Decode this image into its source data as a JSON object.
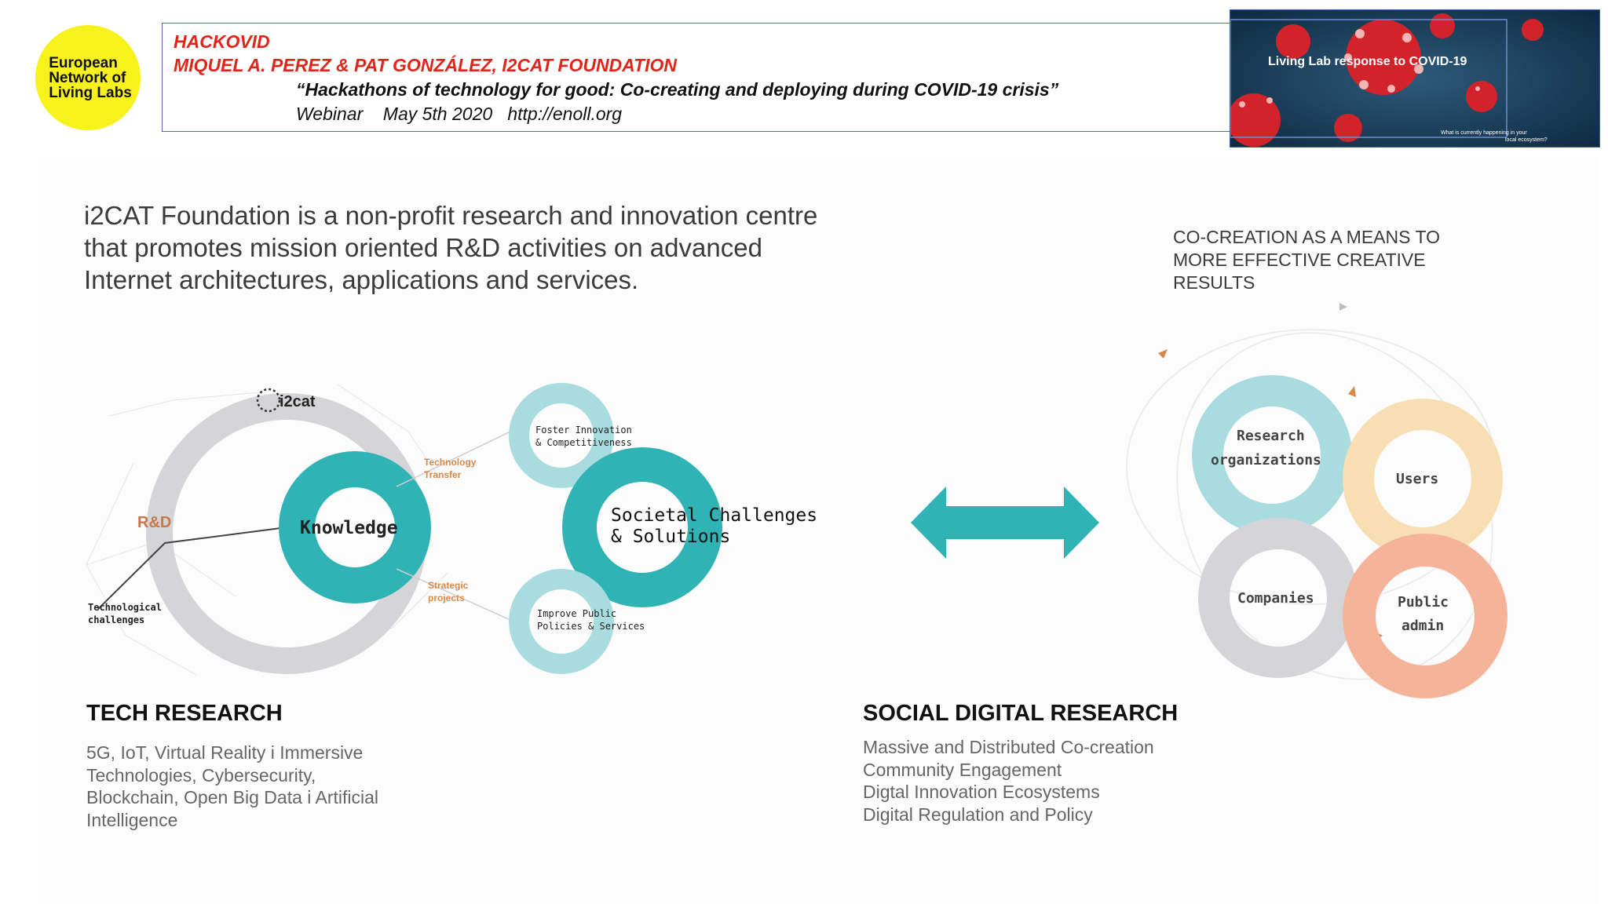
{
  "logo": {
    "text": "European\nNetwork of\nLiving Labs"
  },
  "header": {
    "event": "HACKOVID",
    "authors": "MIQUEL A. PEREZ & PAT GONZÁLEZ, I2CAT FOUNDATION",
    "talk_title": "“Hackathons of technology for good: Co-creating and deploying during COVID-19 crisis”",
    "meta": "Webinar    May 5th 2020   http://enoll.org"
  },
  "thumbnail": {
    "title": "Living Lab response to COVID-19",
    "caption_1": "What is currently happening in your",
    "caption_2": "local ecosystem?"
  },
  "intro": {
    "lines": [
      "i2CAT Foundation is a non-profit research and innovation centre",
      "that promotes mission oriented R&D activities on advanced",
      "Internet architectures, applications and services."
    ]
  },
  "cocreation": {
    "lines": [
      "CO-CREATION AS A MEANS TO",
      "MORE EFFECTIVE CREATIVE",
      "RESULTS"
    ]
  },
  "tech_diagram": {
    "brand": "i2cat",
    "rd_label": "R&D",
    "knowledge": "Knowledge",
    "tech_challenges": [
      "Technological",
      "challenges"
    ],
    "tech_transfer": [
      "Technology",
      "Transfer"
    ],
    "strategic": [
      "Strategic",
      "projects"
    ],
    "foster": [
      "Foster Innovation",
      "& Competitiveness"
    ],
    "societal": [
      "Societal Challenges",
      "& Solutions"
    ],
    "improve": [
      "Improve Public",
      "Policies & Services"
    ]
  },
  "social_diagram": {
    "research": [
      "Research",
      "organizations"
    ],
    "users": "Users",
    "companies": "Companies",
    "public": [
      "Public",
      "admin"
    ]
  },
  "tech_research": {
    "title": "TECH RESEARCH",
    "lines": [
      "5G, IoT, Virtual Reality i Immersive",
      "Technologies, Cybersecurity,",
      "Blockchain, Open Big Data i Artificial",
      "Intelligence"
    ]
  },
  "social_research": {
    "title": "SOCIAL DIGITAL  RESEARCH",
    "lines": [
      "Massive and Distributed Co-creation",
      "Community Engagement",
      "Digtal Innovation Ecosystems",
      "Digital Regulation and Policy"
    ]
  },
  "colors": {
    "teal": "#2fb3b5",
    "light_teal": "#a9dcde",
    "grey_ring": "#d5d5d8",
    "orange": "#d9884a",
    "yellow": "#f7f21b",
    "red": "#e0251b",
    "public_ring": "#f5b39a",
    "users_ring": "#f7dfb3"
  }
}
